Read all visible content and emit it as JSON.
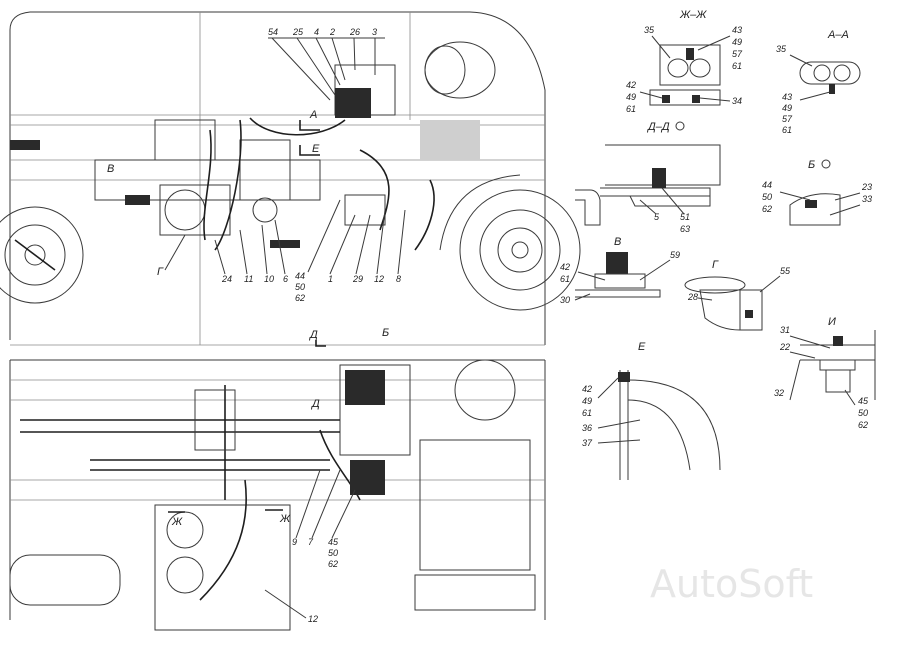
{
  "watermark": "AutoSoft",
  "callouts": {
    "top_row": [
      "54",
      "25",
      "4",
      "2",
      "26",
      "3"
    ],
    "bottom_row_left": [
      "Г",
      "24",
      "11",
      "10",
      "6",
      "44",
      "50",
      "62",
      "1",
      "29",
      "12",
      "8"
    ],
    "markers_A": "А",
    "markers_E": "Е",
    "marker_V": "В",
    "lower_view": {
      "d_marker": "Д",
      "b_marker": "Б",
      "zh_left": "Ж",
      "zh_right": "Ж",
      "d_label": "Д",
      "items_a": [
        "9",
        "7"
      ],
      "items_b": [
        "45",
        "50",
        "62"
      ],
      "item_12": "12"
    }
  },
  "sections": {
    "zh": {
      "title": "Ж–Ж",
      "labels": [
        "35",
        "43",
        "49",
        "57",
        "61",
        "42",
        "49",
        "61",
        "34"
      ]
    },
    "a": {
      "title": "А–А",
      "labels": [
        "35",
        "43",
        "49",
        "57",
        "61"
      ]
    },
    "d": {
      "title": "Д–Д",
      "labels": [
        "5",
        "51",
        "63"
      ]
    },
    "b": {
      "title": "Б",
      "labels": [
        "44",
        "50",
        "62",
        "23",
        "33"
      ]
    },
    "v": {
      "title": "В",
      "labels": [
        "42",
        "61",
        "30",
        "59"
      ]
    },
    "g": {
      "title": "Г",
      "labels": [
        "28",
        "55"
      ]
    },
    "e": {
      "title": "Е",
      "labels": [
        "42",
        "49",
        "61",
        "36",
        "37"
      ]
    },
    "i": {
      "title": "И",
      "labels": [
        "31",
        "22",
        "32",
        "45",
        "50",
        "62"
      ]
    }
  }
}
